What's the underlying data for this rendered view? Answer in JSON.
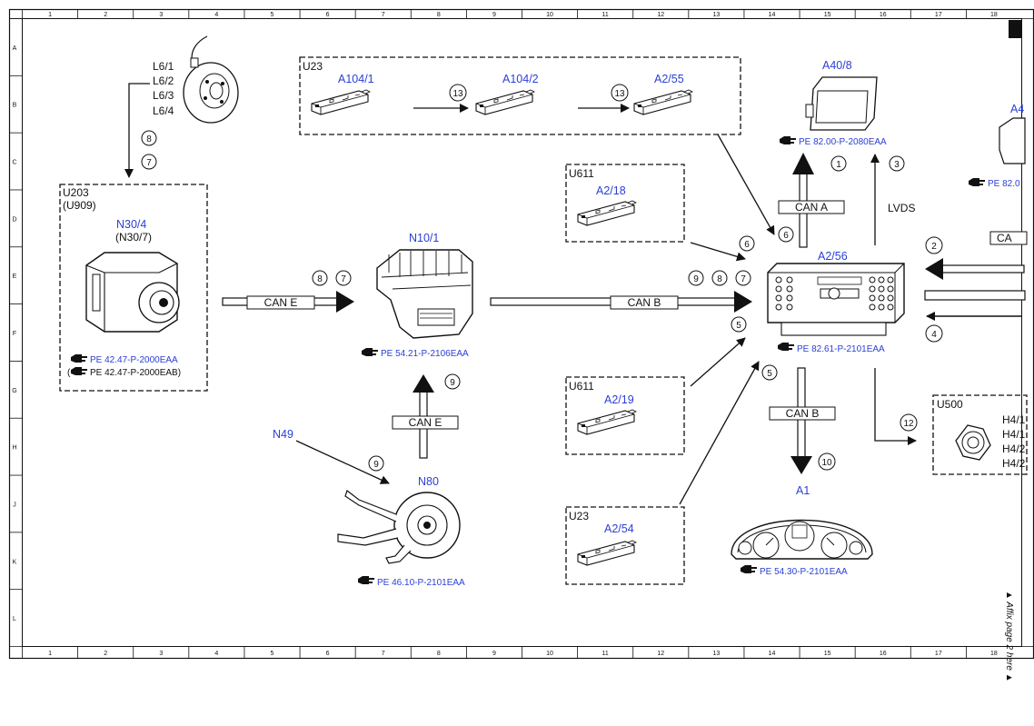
{
  "frame": {
    "columns": [
      "1",
      "2",
      "3",
      "4",
      "5",
      "6",
      "7",
      "8",
      "9",
      "10",
      "11",
      "12",
      "13",
      "14",
      "15",
      "16",
      "17",
      "18"
    ],
    "rows": [
      "A",
      "B",
      "C",
      "D",
      "E",
      "F",
      "G",
      "H",
      "J",
      "K",
      "L"
    ]
  },
  "groups": {
    "u203": "U203",
    "u909": "(U909)",
    "u23_top": "U23",
    "u611_top": "U611",
    "u611_bottom": "U611",
    "u23_bottom": "U23",
    "u500": "U500"
  },
  "components": {
    "a104_1": "A104/1",
    "a104_2": "A104/2",
    "a2_55": "A2/55",
    "a40_8": "A40/8",
    "a4_partial": "A4",
    "n30_4": "N30/4",
    "n30_7": "(N30/7)",
    "n10_1": "N10/1",
    "a2_18": "A2/18",
    "a2_56": "A2/56",
    "a2_19": "A2/19",
    "a2_54": "A2/54",
    "n49": "N49",
    "n80": "N80",
    "a1": "A1"
  },
  "sensor_labels": [
    "L6/1",
    "L6/2",
    "L6/3",
    "L6/4"
  ],
  "speaker_labels": [
    "H4/1",
    "H4/1",
    "H4/2",
    "H4/2"
  ],
  "bus_labels": {
    "can_e_1": "CAN E",
    "can_e_2": "CAN E",
    "can_b_1": "CAN B",
    "can_b_2": "CAN B",
    "can_a": "CAN A",
    "can_partial": "CA",
    "lvds": "LVDS"
  },
  "references": {
    "pe_82_00": "PE 82.00-P-2080EAA",
    "pe_82_0_partial": "PE 82.0",
    "pe_42_47_a": "PE 42.47-P-2000EAA",
    "pe_42_47_b_prefix": "(",
    "pe_42_47_b": "PE 42.47-P-2000EAB)",
    "pe_54_21": "PE 54.21-P-2106EAA",
    "pe_82_61": "PE 82.61-P-2101EAA",
    "pe_46_10": "PE 46.10-P-2101EAA",
    "pe_54_30": "PE 54.30-P-2101EAA"
  },
  "markers": {
    "m13a": "13",
    "m13b": "13",
    "m8a": "8",
    "m7a": "7",
    "m8b": "8",
    "m7b": "7",
    "m9a": "9",
    "m8c": "8",
    "m7c": "7",
    "m6a": "6",
    "m6b": "6",
    "m5a": "5",
    "m5b": "5",
    "m9b": "9",
    "m9c": "9",
    "m1": "1",
    "m3": "3",
    "m2": "2",
    "m4": "4",
    "m10": "10",
    "m12": "12"
  },
  "side_note": "▲ Affix page 2 here ▲",
  "colors": {
    "accent_text": "#2a3fd6",
    "line": "#111111"
  },
  "icons": [
    "reference-hand-icon",
    "sensor-ring-icon",
    "control-module-icon",
    "radio-unit-icon",
    "instrument-cluster-icon",
    "speaker-icon",
    "display-icon",
    "switch-stalk-icon",
    "fuse-box-icon",
    "esp-unit-icon"
  ]
}
